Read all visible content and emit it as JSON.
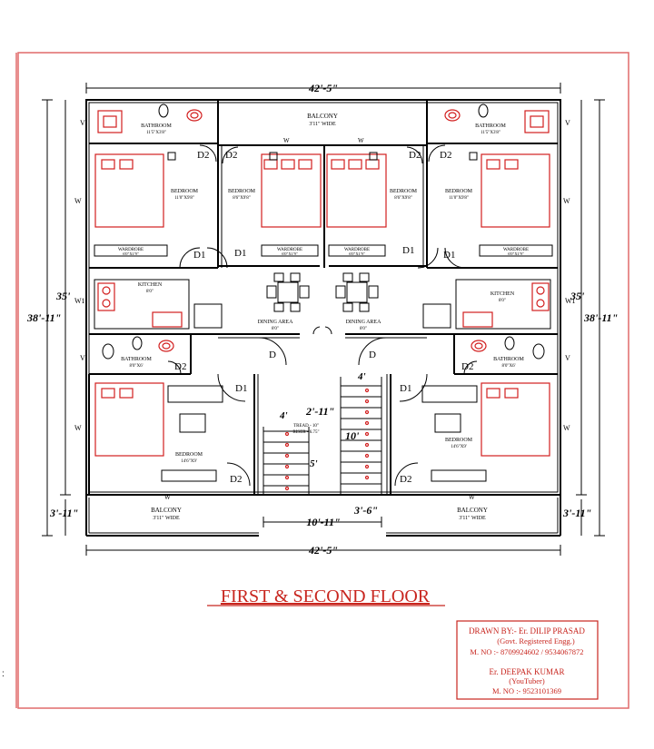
{
  "sheet": {
    "title": "FIRST & SECOND FLOOR",
    "colors": {
      "red": "#d21f1f",
      "black": "#000000",
      "frame": "#e06a6a"
    }
  },
  "dimensions": {
    "top_width": "42'-5\"",
    "bottom_width": "42'-5\"",
    "left_total": "38'-11\"",
    "right_total": "38'-11\"",
    "left_inner": "35'",
    "right_inner": "35'",
    "left_balcony": "3'-11\"",
    "right_balcony": "3'-11\"",
    "stair_width": "10'-11\"",
    "stair_landing": "3'-6\"",
    "stair_flight": "10'",
    "stair_top": "4'",
    "stair_gap": "2'-11\"",
    "stair_left": "4'",
    "stair_run": "5'"
  },
  "rooms": {
    "balcony_top": "BALCONY",
    "balcony_top_size": "3'11\" WIDE",
    "bathroom_tl": "BATHROOM",
    "bathroom_tl_size": "11'5\"X3'8\"",
    "bathroom_tr": "BATHROOM",
    "bathroom_tr_size": "11'5\"X3'8\"",
    "bedroom_l1": "BEDROOM",
    "bedroom_l1_size": "11'0\"X9'8\"",
    "bedroom_l2": "BEDROOM",
    "bedroom_l2_size": "8'6\"X9'8\"",
    "bedroom_r2": "BEDROOM",
    "bedroom_r2_size": "8'6\"X9'8\"",
    "bedroom_r1": "BEDROOM",
    "bedroom_r1_size": "11'0\"X9'8\"",
    "wardrobe": "WARDROBE",
    "wardrobe_size": "6'0\"X1'9\"",
    "kitchen_l": "KITCHEN",
    "kitchen_l_size": "8'0\"",
    "kitchen_r": "KITCHEN",
    "kitchen_r_size": "8'0\"",
    "dining_l": "DINING AREA",
    "dining_l_size": "8'0\"",
    "dining_r": "DINING AREA",
    "dining_r_size": "8'0\"",
    "bath_ml": "BATHROOM",
    "bath_ml_size": "8'0\"X6'",
    "bath_mr": "BATHROOM",
    "bath_mr_size": "8'0\"X6'",
    "bedroom_bl": "BEDROOM",
    "bedroom_bl_size": "14'6\"X9'",
    "bedroom_br": "BEDROOM",
    "bedroom_br_size": "14'6\"X9'",
    "balcony_bl": "BALCONY",
    "balcony_bl_size": "3'11\" WIDE",
    "balcony_br": "BALCONY",
    "balcony_br_size": "3'11\" WIDE",
    "tread": "TREAD - 10\"",
    "riser": "RISER - 6.75\""
  },
  "doors": {
    "d": "D",
    "d1": "D1",
    "d2": "D2",
    "w": "W",
    "w1": "W1",
    "v": "V"
  },
  "credits": {
    "drawn_by": "DRAWN BY:- Er. DILIP PRASAD",
    "qualification": "(Govt. Registered Engg.)",
    "mobile1": "M. NO :- 8709924602 / 9534067872",
    "name2": "Er. DEEPAK KUMAR",
    "channel": "(YouTuber)",
    "mobile2": "M. NO :- 9523101369"
  }
}
